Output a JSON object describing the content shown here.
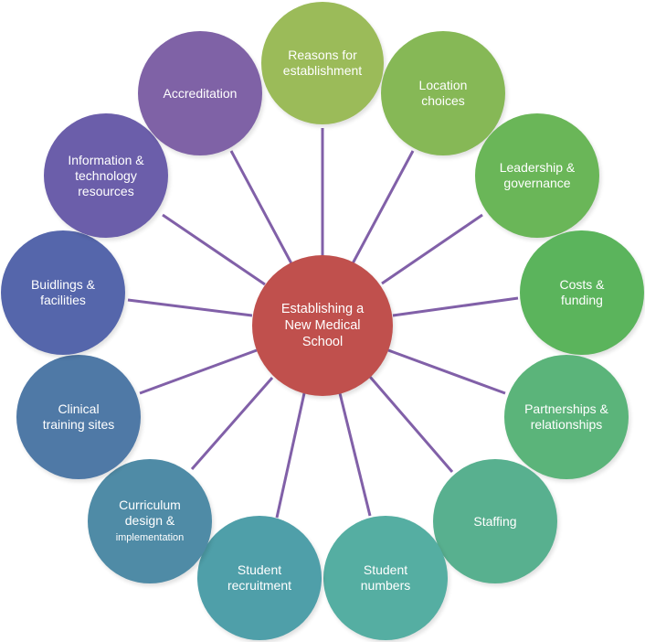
{
  "center": {
    "line1": "Establishing a",
    "line2": "New Medical",
    "line3": "School",
    "color": "#c0504d"
  },
  "spokes": {
    "reasons": {
      "line1": "Reasons for",
      "line2": "establishment",
      "color": "#9bbb59"
    },
    "location": {
      "line1": "Location",
      "line2": "choices",
      "color": "#86b856"
    },
    "leadership": {
      "line1": "Leadership &",
      "line2": "governance",
      "color": "#6ab658"
    },
    "costs": {
      "line1": "Costs &",
      "line2": "funding",
      "color": "#5bb45c"
    },
    "partnerships": {
      "line1": "Partnerships &",
      "line2": "relationships",
      "color": "#5bb47a"
    },
    "staffing": {
      "line1": "Staffing",
      "color": "#58b08f"
    },
    "student_numbers": {
      "line1": "Student",
      "line2": "numbers",
      "color": "#55aea2"
    },
    "student_recruitment": {
      "line1": "Student",
      "line2": "recruitment",
      "color": "#4f9fa9"
    },
    "curriculum": {
      "line1": "Curriculum",
      "line2": "design &",
      "line3": "implementation",
      "color": "#4f8ba6"
    },
    "clinical": {
      "line1": "Clinical",
      "line2": "training sites",
      "color": "#4f79a6"
    },
    "buildings": {
      "line1": "Buidlings &",
      "line2": "facilities",
      "color": "#5566ab"
    },
    "information": {
      "line1": "Information &",
      "line2": "technology",
      "line3": "resources",
      "color": "#6b5eaa"
    },
    "accreditation": {
      "line1": "Accreditation",
      "color": "#7f62a6"
    }
  },
  "connector_color": "#8160a8"
}
